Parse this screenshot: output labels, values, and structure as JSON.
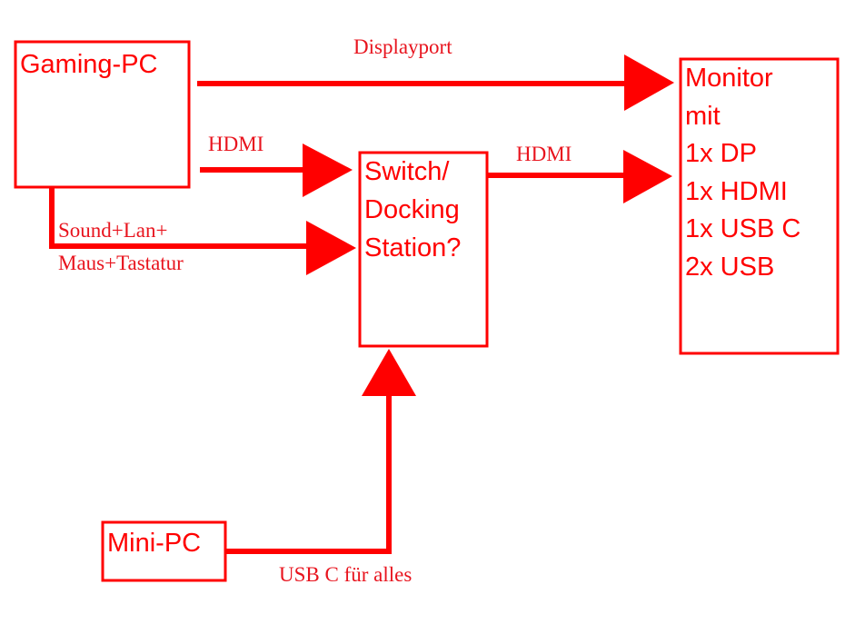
{
  "colors": {
    "stroke": "#ff0000",
    "label": "#e8141e",
    "background": "#ffffff"
  },
  "nodes": {
    "gaming_pc": {
      "lines": [
        "Gaming-PC"
      ]
    },
    "switch": {
      "lines": [
        "Switch/",
        "Docking",
        "Station?"
      ]
    },
    "monitor": {
      "lines": [
        "Monitor",
        "mit",
        "1x DP",
        "1x HDMI",
        "1x USB C",
        "2x USB"
      ]
    },
    "mini_pc": {
      "lines": [
        "Mini-PC"
      ]
    }
  },
  "edges": {
    "displayport": {
      "label": "Displayport"
    },
    "hdmi_in": {
      "label": "HDMI"
    },
    "hdmi_out": {
      "label": "HDMI"
    },
    "sound_lan": {
      "lines": [
        "Sound+Lan+",
        "Maus+Tastatur"
      ]
    },
    "usb_c": {
      "label": "USB C für alles"
    }
  }
}
